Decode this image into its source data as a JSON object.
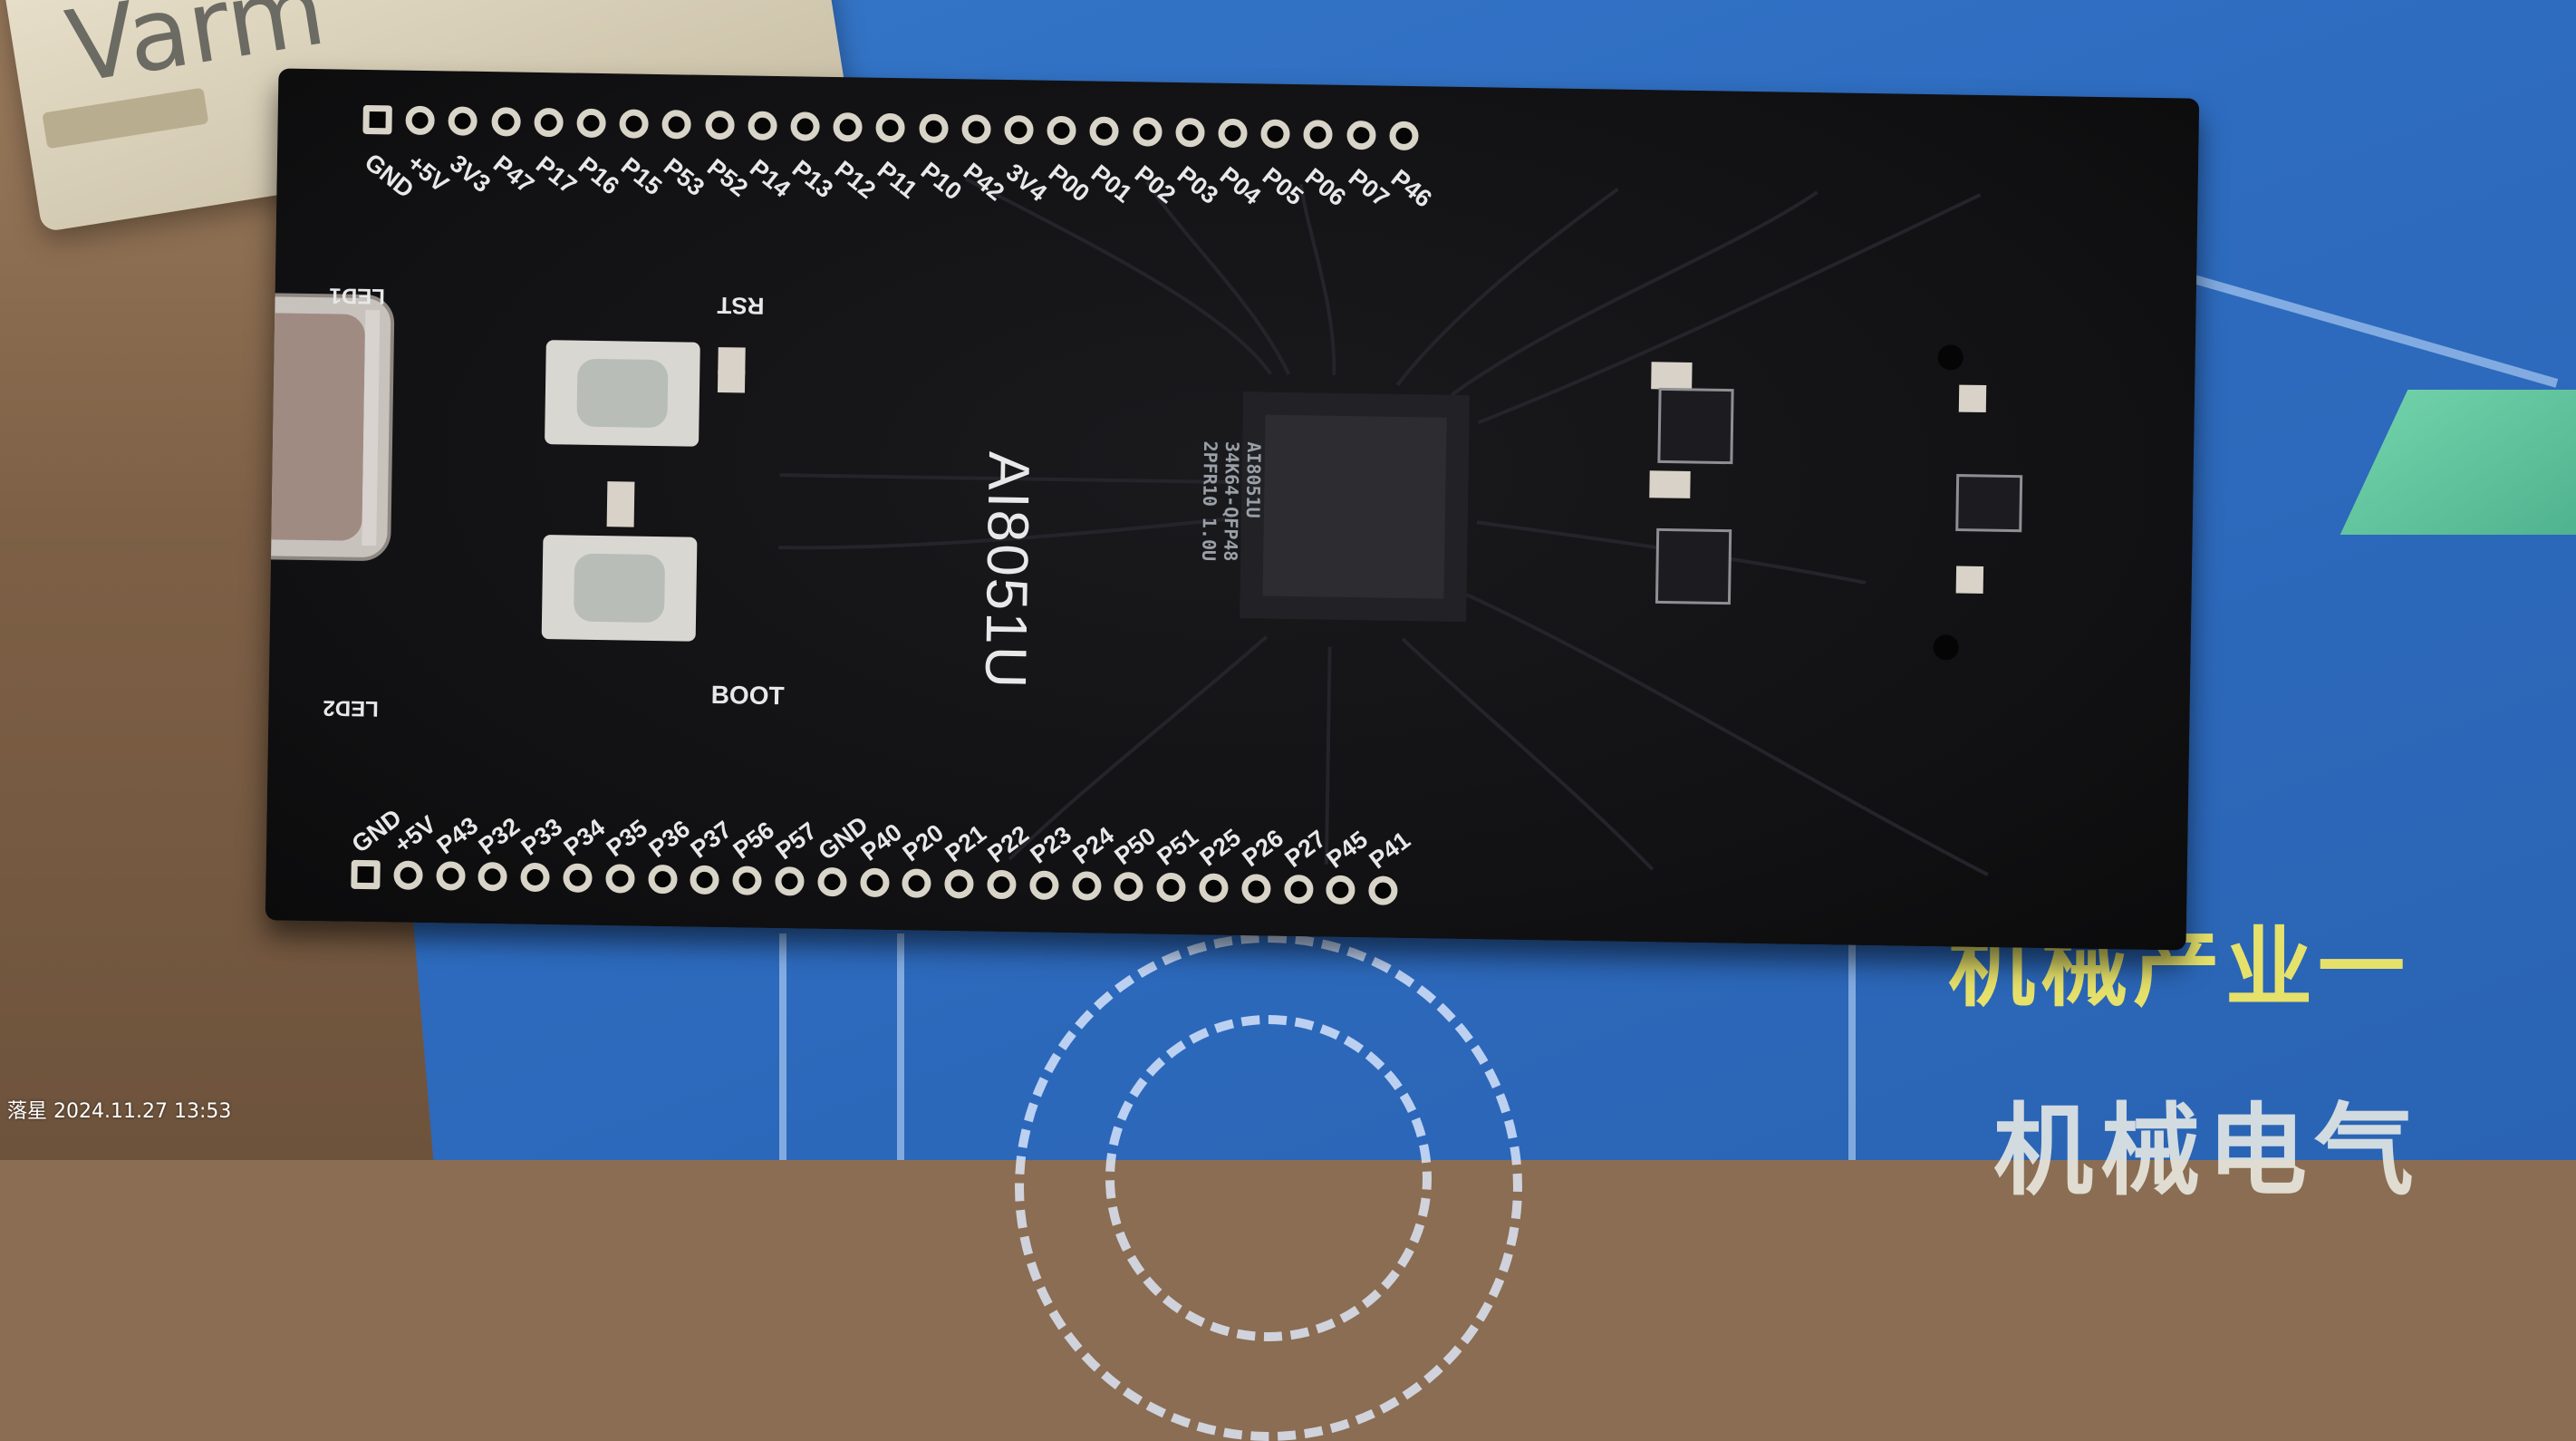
{
  "board": {
    "model": "AI8051U",
    "chip_marking": [
      "AI8051U",
      "34K64-QFP48",
      "2PFR10 1.0U"
    ],
    "top_pins": [
      "GND",
      "+5V",
      "3V3",
      "P47",
      "P17",
      "P16",
      "P15",
      "P53",
      "P52",
      "P14",
      "P13",
      "P12",
      "P11",
      "P10",
      "P42",
      "3V4",
      "P00",
      "P01",
      "P02",
      "P03",
      "P04",
      "P05",
      "P06",
      "P07",
      "P46"
    ],
    "bottom_pins": [
      "GND",
      "+5V",
      "P43",
      "P32",
      "P33",
      "P34",
      "P35",
      "P36",
      "P37",
      "P56",
      "P57",
      "GND",
      "P40",
      "P20",
      "P21",
      "P22",
      "P23",
      "P24",
      "P50",
      "P51",
      "P25",
      "P26",
      "P27",
      "P45",
      "P41"
    ],
    "button_rst_label": "RST",
    "button_boot_label": "BOOT",
    "led1_label": "LED1",
    "led2_label": "LED2"
  },
  "background": {
    "device_label": "Varm",
    "mat_text_1": "机械产业一",
    "mat_text_2": "机械电气"
  },
  "watermark": "落星  2024.11.27 13:53"
}
